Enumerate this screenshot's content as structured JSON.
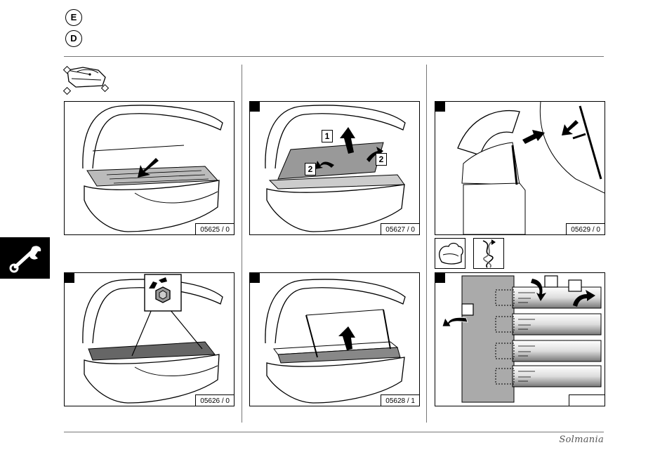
{
  "languages": [
    "E",
    "D"
  ],
  "figures": {
    "f05625": "05625 / 0",
    "f05626": "05626 / 0",
    "f05627": "05627 / 0",
    "f05628": "05628 / 1",
    "f05629": "05629 / 0",
    "f_blank": ""
  },
  "callouts": {
    "one": "1",
    "two_left": "2",
    "two_right": "2"
  },
  "brand": "Solmania",
  "icons": {
    "tool_tab": "wrench-icon",
    "overview": "solarium-overview-icon",
    "clean": "cleaning-hand-icon",
    "replace": "rotate-tube-icon"
  }
}
